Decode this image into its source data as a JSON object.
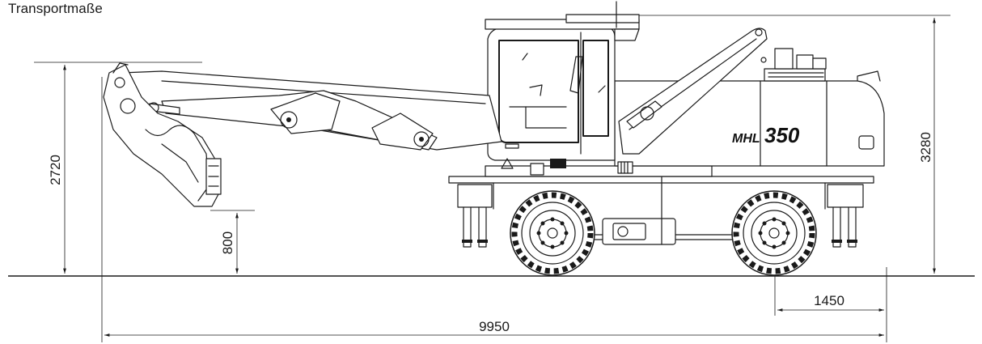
{
  "title": "Transportmaße",
  "model": {
    "prefix": "MHL",
    "number": "350"
  },
  "dimensions": {
    "height_cab": "3280",
    "height_boom": "2720",
    "bucket_clearance": "800",
    "rear_overhang": "1450",
    "total_length": "9950"
  }
}
